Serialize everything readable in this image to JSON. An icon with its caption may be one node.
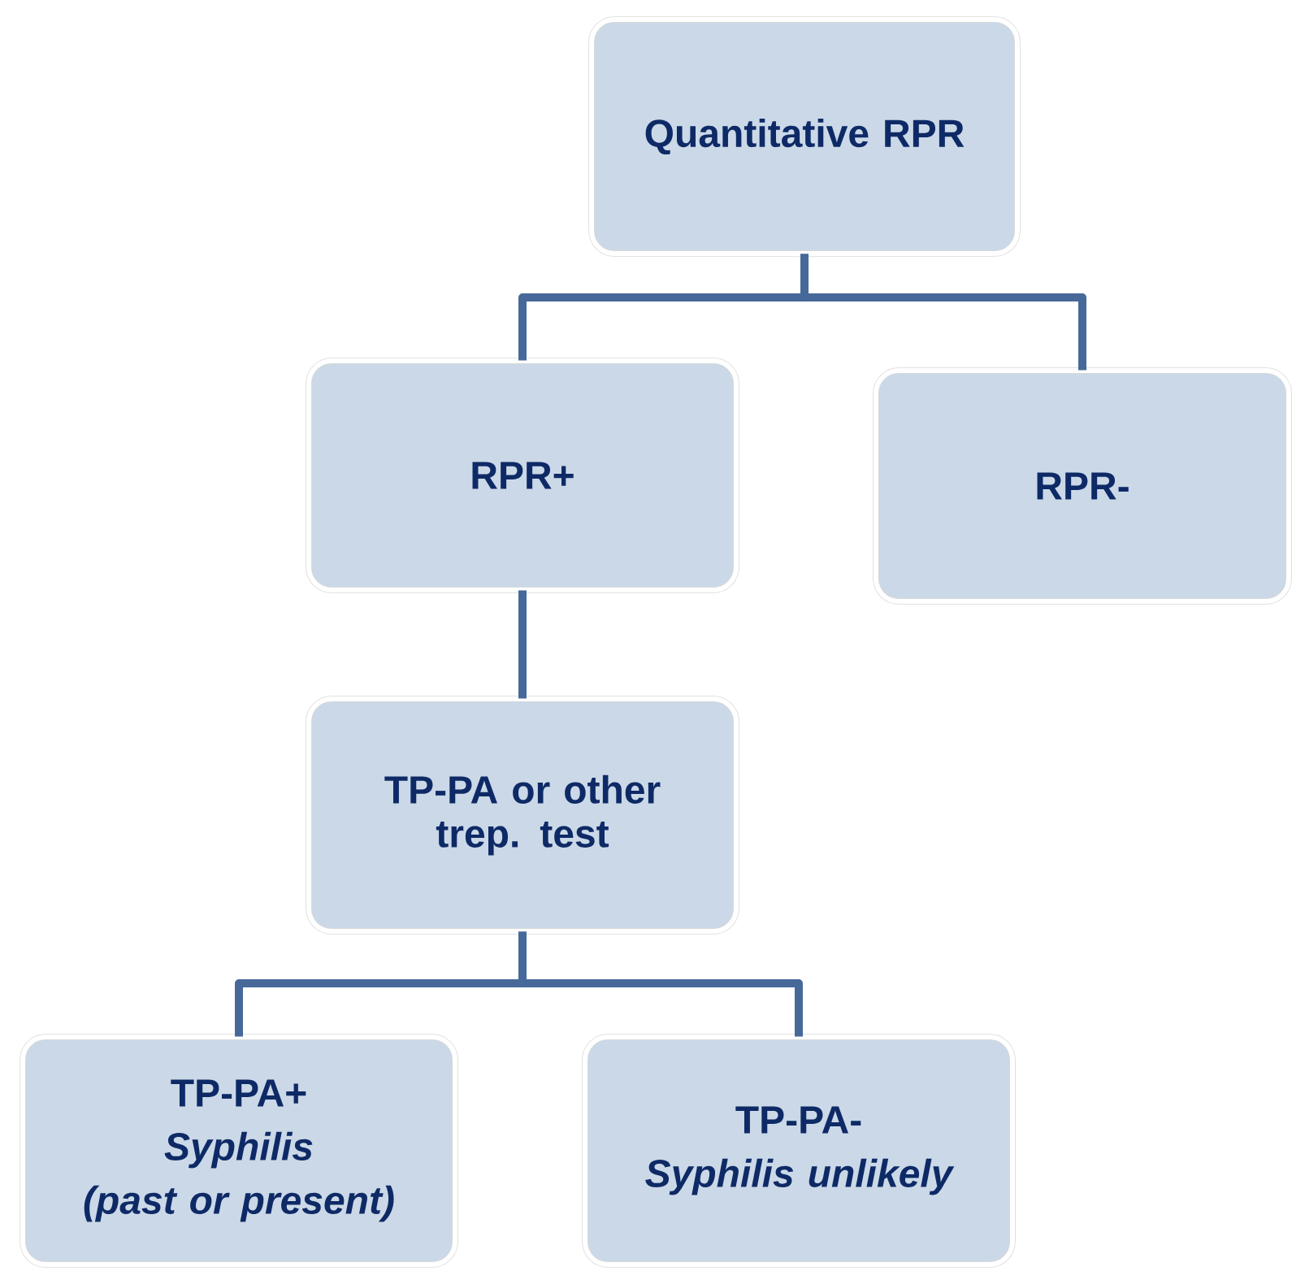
{
  "diagram": {
    "nodes": [
      {
        "text": [
          "Quantitative RPR"
        ]
      },
      {
        "text": [
          "RPR+"
        ]
      },
      {
        "text": [
          "RPR-"
        ]
      },
      {
        "text": [
          "TP-PA or other trep. test"
        ]
      },
      {
        "text": [
          "TP-PA+",
          "Syphilis",
          "(past or present)"
        ]
      },
      {
        "text": [
          "TP-PA-",
          "Syphilis unlikely"
        ]
      }
    ],
    "edges": [
      {
        "from": 0,
        "to": 1,
        "arrow": "none"
      },
      {
        "from": 0,
        "to": 2,
        "arrow": "none"
      },
      {
        "from": 1,
        "to": 3,
        "arrow": "none"
      },
      {
        "from": 3,
        "to": 4,
        "arrow": "none"
      },
      {
        "from": 3,
        "to": 5,
        "arrow": "none"
      }
    ]
  }
}
